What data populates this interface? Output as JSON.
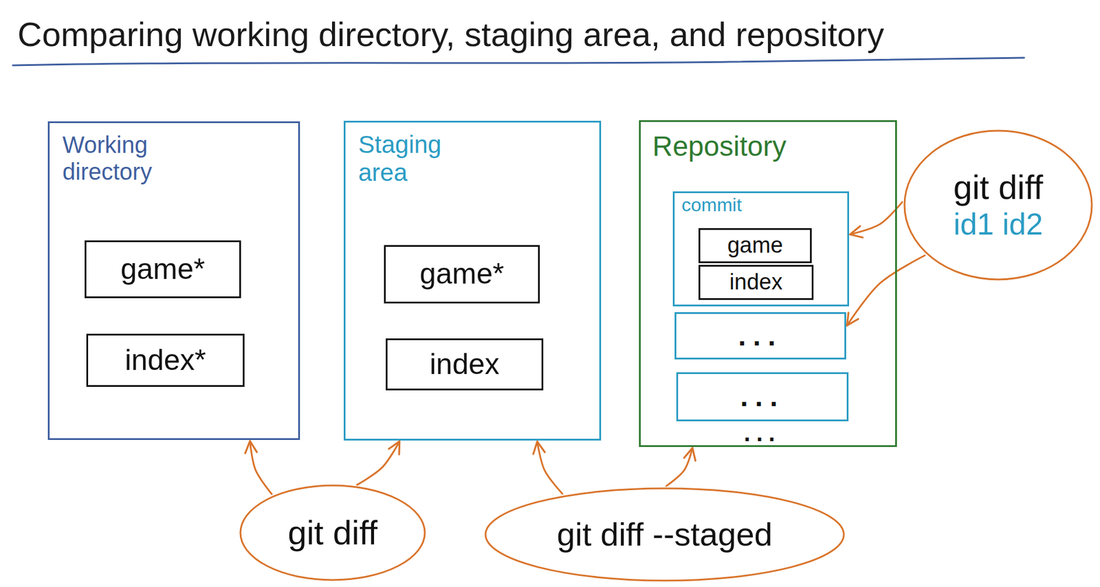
{
  "diagram": {
    "title": "Comparing working directory, staging area, and repository",
    "nodes": [
      {
        "text": [
          "Working directory"
        ]
      },
      {
        "text": [
          "game*"
        ],
        "in": 0
      },
      {
        "text": [
          "index*"
        ],
        "in": 0
      },
      {
        "text": [
          "Staging area"
        ]
      },
      {
        "text": [
          "game*"
        ],
        "in": 3
      },
      {
        "text": [
          "index"
        ],
        "in": 3
      },
      {
        "text": [
          "Repository"
        ]
      },
      {
        "text": [
          "commit"
        ],
        "in": 6
      },
      {
        "text": [
          "game"
        ],
        "in": 7
      },
      {
        "text": [
          "index"
        ],
        "in": 7
      },
      {
        "text": [
          "..."
        ],
        "in": 6
      },
      {
        "text": [
          "..."
        ],
        "in": 6
      },
      {
        "text": [
          "git diff",
          "id1 id2"
        ]
      },
      {
        "text": [
          "git diff"
        ]
      },
      {
        "text": [
          "git diff --staged"
        ]
      }
    ],
    "edges": [
      {
        "from": 12,
        "to": 7,
        "arrow": "to"
      },
      {
        "from": 12,
        "to": 10,
        "arrow": "to"
      },
      {
        "from": 13,
        "to": 0,
        "arrow": "to"
      },
      {
        "from": 13,
        "to": 3,
        "arrow": "to"
      },
      {
        "from": 14,
        "to": 3,
        "arrow": "to"
      },
      {
        "from": 14,
        "to": 6,
        "arrow": "to"
      }
    ],
    "labels": [
      "..."
    ]
  }
}
